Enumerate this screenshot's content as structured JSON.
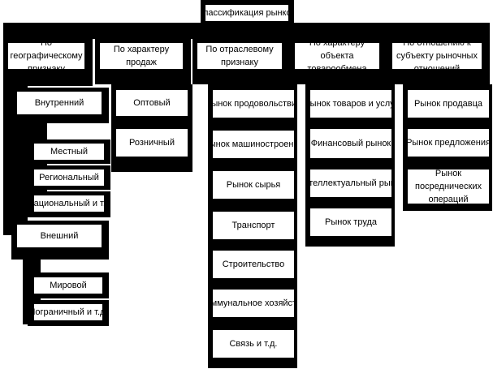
{
  "root": {
    "label": "Классификация рынков"
  },
  "categories": [
    {
      "label": "По географическому признаку",
      "items": [
        {
          "label": "Внутренний"
        },
        {
          "label": "Местный"
        },
        {
          "label": "Региональный"
        },
        {
          "label": "Национальный и т.д"
        },
        {
          "label": "Внешний"
        },
        {
          "label": "Мировой"
        },
        {
          "label": "Пограничный и т.д."
        }
      ]
    },
    {
      "label": "По характеру продаж",
      "items": [
        {
          "label": "Оптовый"
        },
        {
          "label": "Розничный"
        }
      ]
    },
    {
      "label": "По отраслевому признаку",
      "items": [
        {
          "label": "Рынок продовольствия"
        },
        {
          "label": "Рынок машиностроения"
        },
        {
          "label": "Рынок сырья"
        },
        {
          "label": "Транспорт"
        },
        {
          "label": "Строительство"
        },
        {
          "label": "Коммунальное хозяйство"
        },
        {
          "label": "Связь и т.д."
        }
      ]
    },
    {
      "label": "По характеру объекта товарообмена",
      "items": [
        {
          "label": "Рынок товаров и услуг"
        },
        {
          "label": "Финансовый рынок"
        },
        {
          "label": "Интеллектуальный рынок"
        },
        {
          "label": "Рынок труда"
        }
      ]
    },
    {
      "label": "По отношению к субъекту рыночных отношений",
      "items": [
        {
          "label": "Рынок продавца"
        },
        {
          "label": "Рынок предложения"
        },
        {
          "label": "Рынок посреднических операций"
        }
      ]
    }
  ]
}
